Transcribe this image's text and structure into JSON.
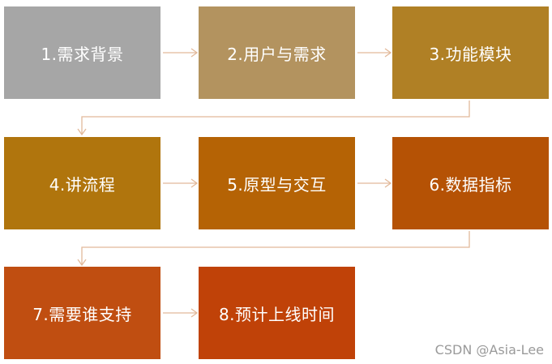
{
  "steps": [
    {
      "label": "1.需求背景",
      "color": "#a6a6a6"
    },
    {
      "label": "2.用户与需求",
      "color": "#b3935f"
    },
    {
      "label": "3.功能模块",
      "color": "#b08025"
    },
    {
      "label": "4.讲流程",
      "color": "#b0750d"
    },
    {
      "label": "5.原型与交互",
      "color": "#b56305"
    },
    {
      "label": "6.数据指标",
      "color": "#b55205"
    },
    {
      "label": "7.需要谁支持",
      "color": "#c04e11"
    },
    {
      "label": "8.预计上线时间",
      "color": "#c04208"
    }
  ],
  "connector_color": "#e2b99a",
  "watermark": "CSDN @Asia-Lee"
}
